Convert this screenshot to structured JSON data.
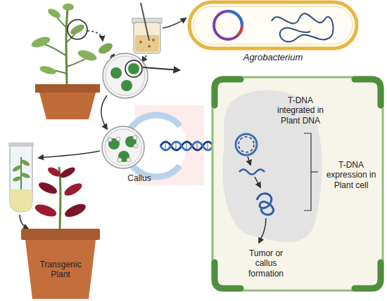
{
  "diagram": {
    "nodes": [
      {
        "text": [
          "Agrobacterium"
        ]
      },
      {
        "text": [
          "Callus"
        ]
      },
      {
        "text": [
          "T-DNA integrated in Plant DNA",
          "T-DNA expression in Plant cell",
          "Tumor or callus formation"
        ]
      },
      {
        "text": [
          "Transgenic Plant"
        ]
      }
    ]
  }
}
